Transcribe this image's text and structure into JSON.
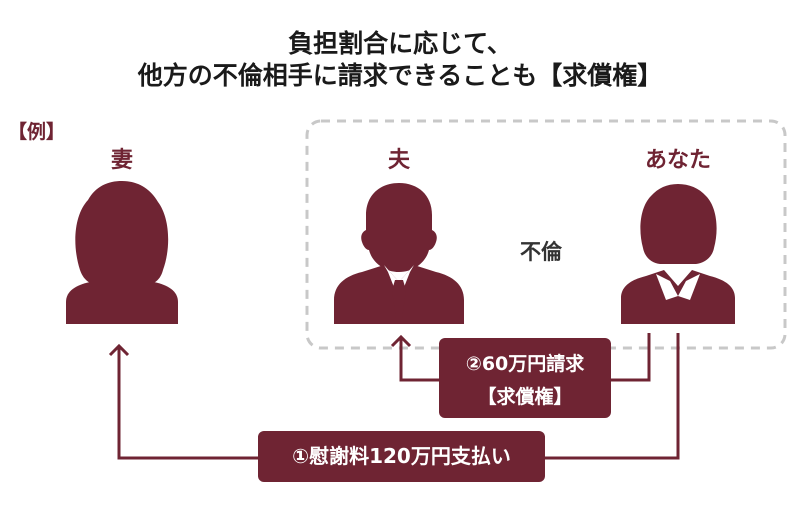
{
  "title": {
    "line1": "負担割合に応じて、",
    "line2": "他方の不倫相手に請求できることも【求償権】"
  },
  "example_label": "【例】",
  "people": {
    "wife": "妻",
    "husband": "夫",
    "you": "あなた"
  },
  "relation_label": "不倫",
  "claim_box": {
    "line1": "②60万円請求",
    "line2": "【求償権】"
  },
  "payment_box": {
    "label": "①慰謝料120万円支払い"
  },
  "colors": {
    "accent": "#6f2433",
    "dashed_border": "#c8c8c8",
    "text": "#1a1a1a"
  }
}
